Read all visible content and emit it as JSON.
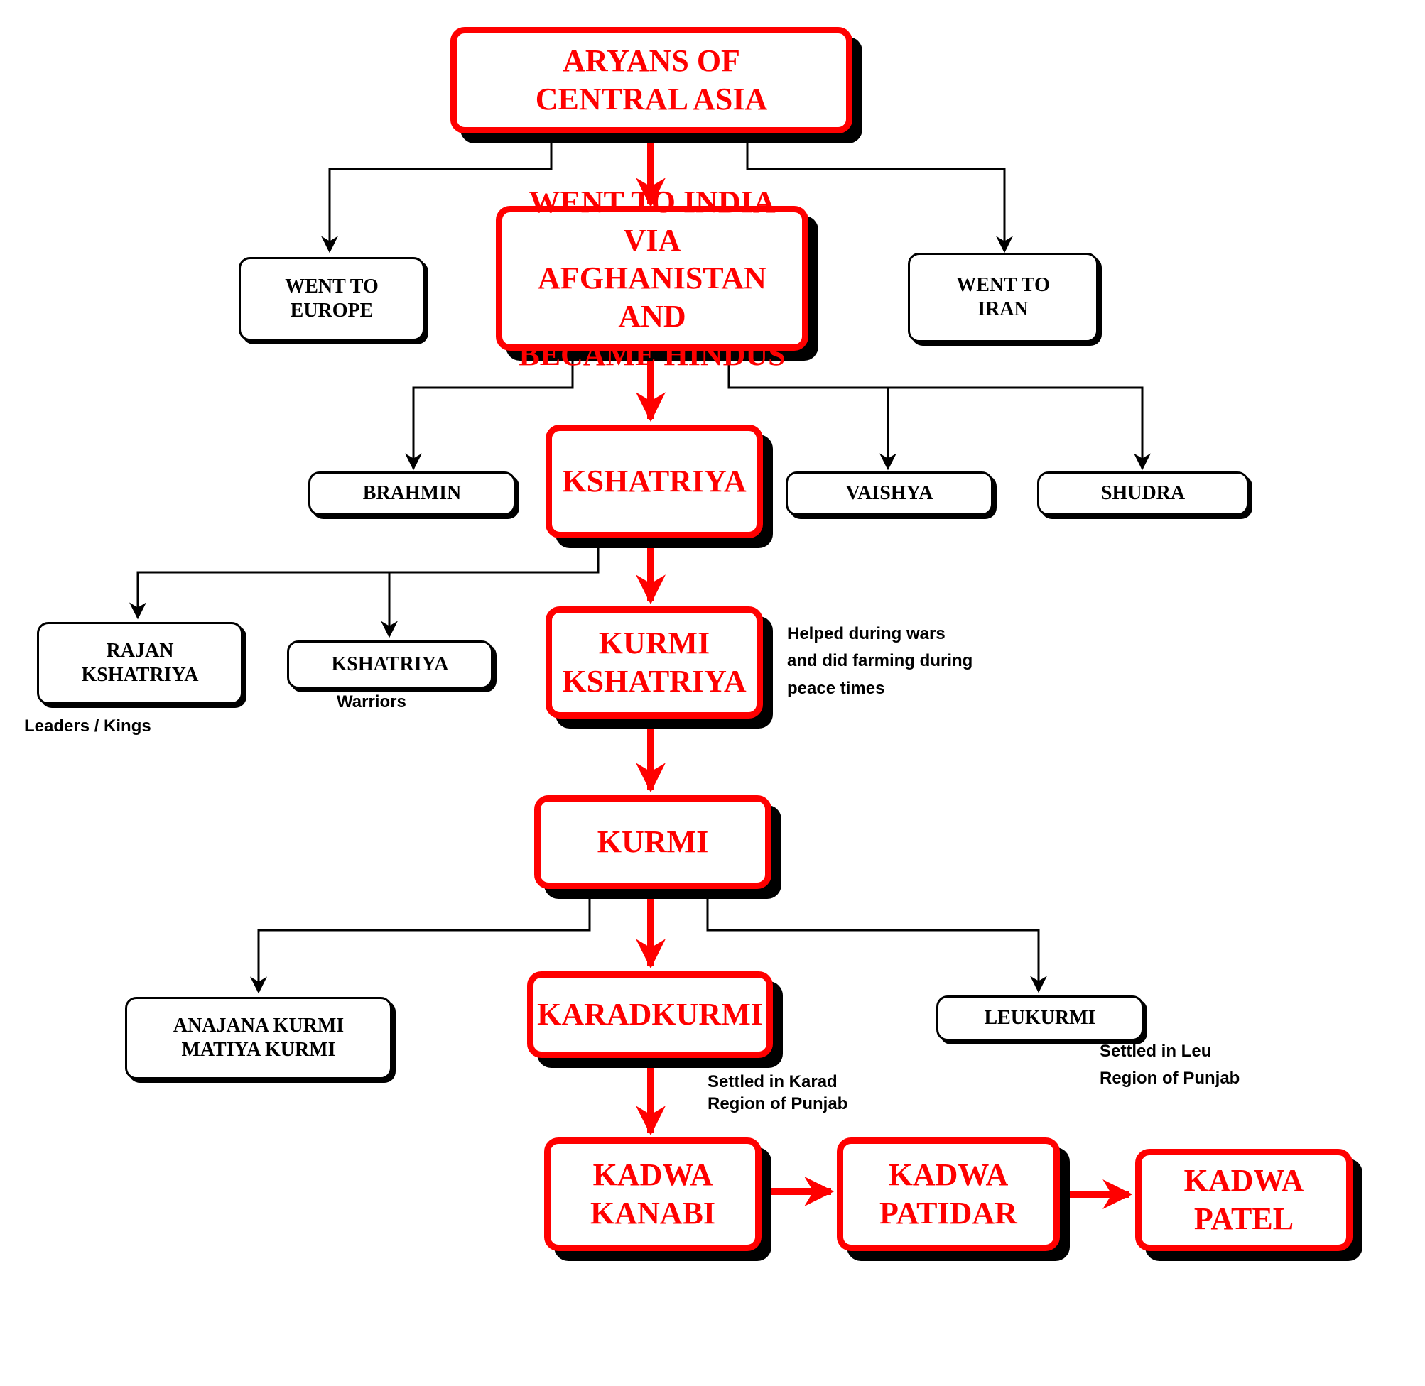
{
  "colors": {
    "primary_line": "#ff0000",
    "secondary_line": "#000000",
    "background": "#ffffff"
  },
  "nodes": {
    "aryans": "ARYANS OF\nCENTRAL ASIA",
    "went_to_india": "WENT TO INDIA VIA\nAFGHANISTAN AND\nBECAME HINDUS",
    "went_to_europe": "WENT TO\nEUROPE",
    "went_to_iran": "WENT TO\nIRAN",
    "brahmin": "BRAHMIN",
    "kshatriya": "KSHATRIYA",
    "vaishya": "VAISHYA",
    "shudra": "SHUDRA",
    "rajan_kshatriya": "RAJAN\nKSHATRIYA",
    "kshatriya_warriors": "KSHATRIYA",
    "kurmi_kshatriya": "KURMI\nKSHATRIYA",
    "kurmi": "KURMI",
    "anajana_kurmi": "ANAJANA KURMI\nMATIYA KURMI",
    "karadkurmi": "KARADKURMI",
    "leukurmi": "LEUKURMI",
    "kadwa_kanabi": "KADWA\nKANABI",
    "kadwa_patidar": "KADWA\nPATIDAR",
    "kadwa_patel": "KADWA\nPATEL"
  },
  "notes": {
    "leaders_kings": "Leaders / Kings",
    "warriors": "Warriors",
    "helped_during_wars": "Helped during wars\nand did farming during\npeace times",
    "settled_karad": "Settled in Karad\nRegion of Punjab",
    "settled_leu": "Settled in Leu\nRegion of Punjab"
  }
}
